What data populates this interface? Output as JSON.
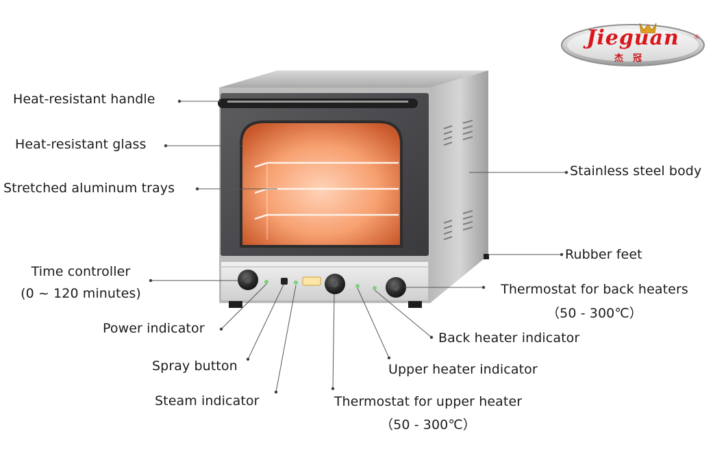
{
  "brand": {
    "name": "Jieguan",
    "subtitle": "杰冠",
    "registered": "®",
    "colors": {
      "primary": "#d8161c",
      "silver": "#c9c9c9",
      "crown": "#e0a020"
    }
  },
  "labels": {
    "handle": "Heat-resistant handle",
    "glass": "Heat-resistant glass",
    "trays": "Stretched aluminum trays",
    "body": "Stainless steel body",
    "feet": "Rubber feet",
    "time_controller": "Time controller",
    "time_controller_range": "(0 ~ 120 minutes)",
    "thermostat_back": "Thermostat for back heaters",
    "thermostat_back_range": "（50 - 300℃）",
    "power_indicator": "Power indicator",
    "back_heater_indicator": "Back heater indicator",
    "spray_button": "Spray button",
    "upper_heater_indicator": "Upper heater indicator",
    "steam_indicator": "Steam indicator",
    "thermostat_upper": "Thermostat for upper heater",
    "thermostat_upper_range": "（50 - 300℃）"
  }
}
